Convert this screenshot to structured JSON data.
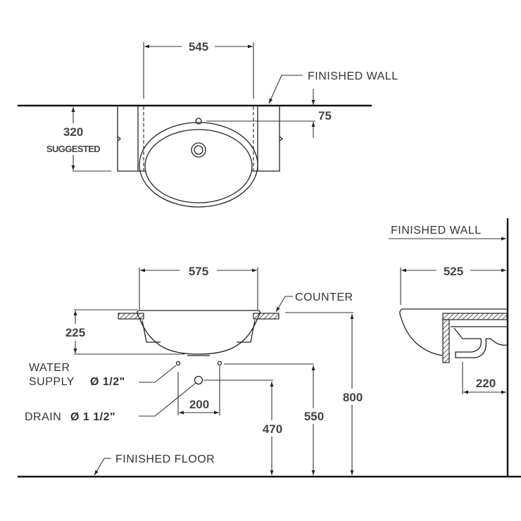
{
  "drawing": {
    "title": "Countertop washbasin installation dimensions",
    "units": "mm",
    "top_view": {
      "width_dim": "545",
      "tap_offset_dim": "75",
      "suggested_depth_dim": "320",
      "suggested_label": "SUGGESTED",
      "wall_label": "FINISHED WALL"
    },
    "front_view": {
      "width_dim": "575",
      "depth_dim": "225",
      "counter_label": "COUNTER",
      "supply_spacing_dim": "200",
      "drain_height_dim": "470",
      "supply_height_dim": "550",
      "counter_height_dim": "800",
      "water_supply_label_1": "WATER",
      "water_supply_label_2": "SUPPLY",
      "water_supply_size": "Ø 1/2\"",
      "drain_label": "DRAIN",
      "drain_size": "Ø 1 1/2\"",
      "floor_label": "FINISHED FLOOR"
    },
    "side_view": {
      "wall_label": "FINISHED WALL",
      "projection_dim": "525",
      "drain_offset_dim": "220"
    }
  }
}
